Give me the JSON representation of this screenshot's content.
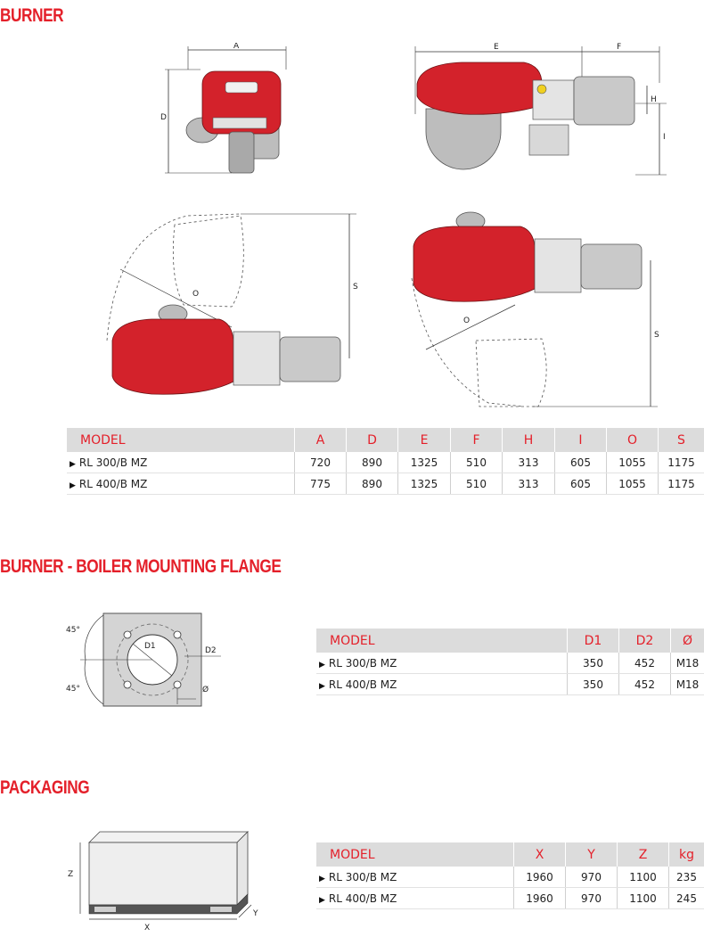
{
  "burner": {
    "title": "BURNER",
    "labels": {
      "a": "A",
      "d": "D",
      "e": "E",
      "f": "F",
      "h": "H",
      "i": "I",
      "s": "S",
      "o": "O"
    },
    "table": {
      "headers": [
        "MODEL",
        "A",
        "D",
        "E",
        "F",
        "H",
        "I",
        "O",
        "S"
      ],
      "rows": [
        [
          "RL 300/B MZ",
          "720",
          "890",
          "1325",
          "510",
          "313",
          "605",
          "1055",
          "1175"
        ],
        [
          "RL 400/B MZ",
          "775",
          "890",
          "1325",
          "510",
          "313",
          "605",
          "1055",
          "1175"
        ]
      ]
    }
  },
  "flange": {
    "title": "BURNER - BOILER MOUNTING FLANGE",
    "labels": {
      "angle_top": "45°",
      "angle_bottom": "45°",
      "d1": "D1",
      "d2": "D2",
      "dia": "Ø"
    },
    "table": {
      "headers": [
        "MODEL",
        "D1",
        "D2",
        "Ø"
      ],
      "rows": [
        [
          "RL 300/B MZ",
          "350",
          "452",
          "M18"
        ],
        [
          "RL 400/B MZ",
          "350",
          "452",
          "M18"
        ]
      ]
    }
  },
  "packaging": {
    "title": "PACKAGING",
    "labels": {
      "x": "X",
      "y": "Y",
      "z": "Z"
    },
    "table": {
      "headers": [
        "MODEL",
        "X",
        "Y",
        "Z",
        "kg"
      ],
      "rows": [
        [
          "RL 300/B MZ",
          "1960",
          "970",
          "1100",
          "235"
        ],
        [
          "RL 400/B MZ",
          "1960",
          "970",
          "1100",
          "245"
        ]
      ]
    }
  },
  "colors": {
    "accent": "#e4202a",
    "burner_body": "#d3222b",
    "header_bg": "#dcdcdc",
    "metal": "#c9c9c9"
  }
}
